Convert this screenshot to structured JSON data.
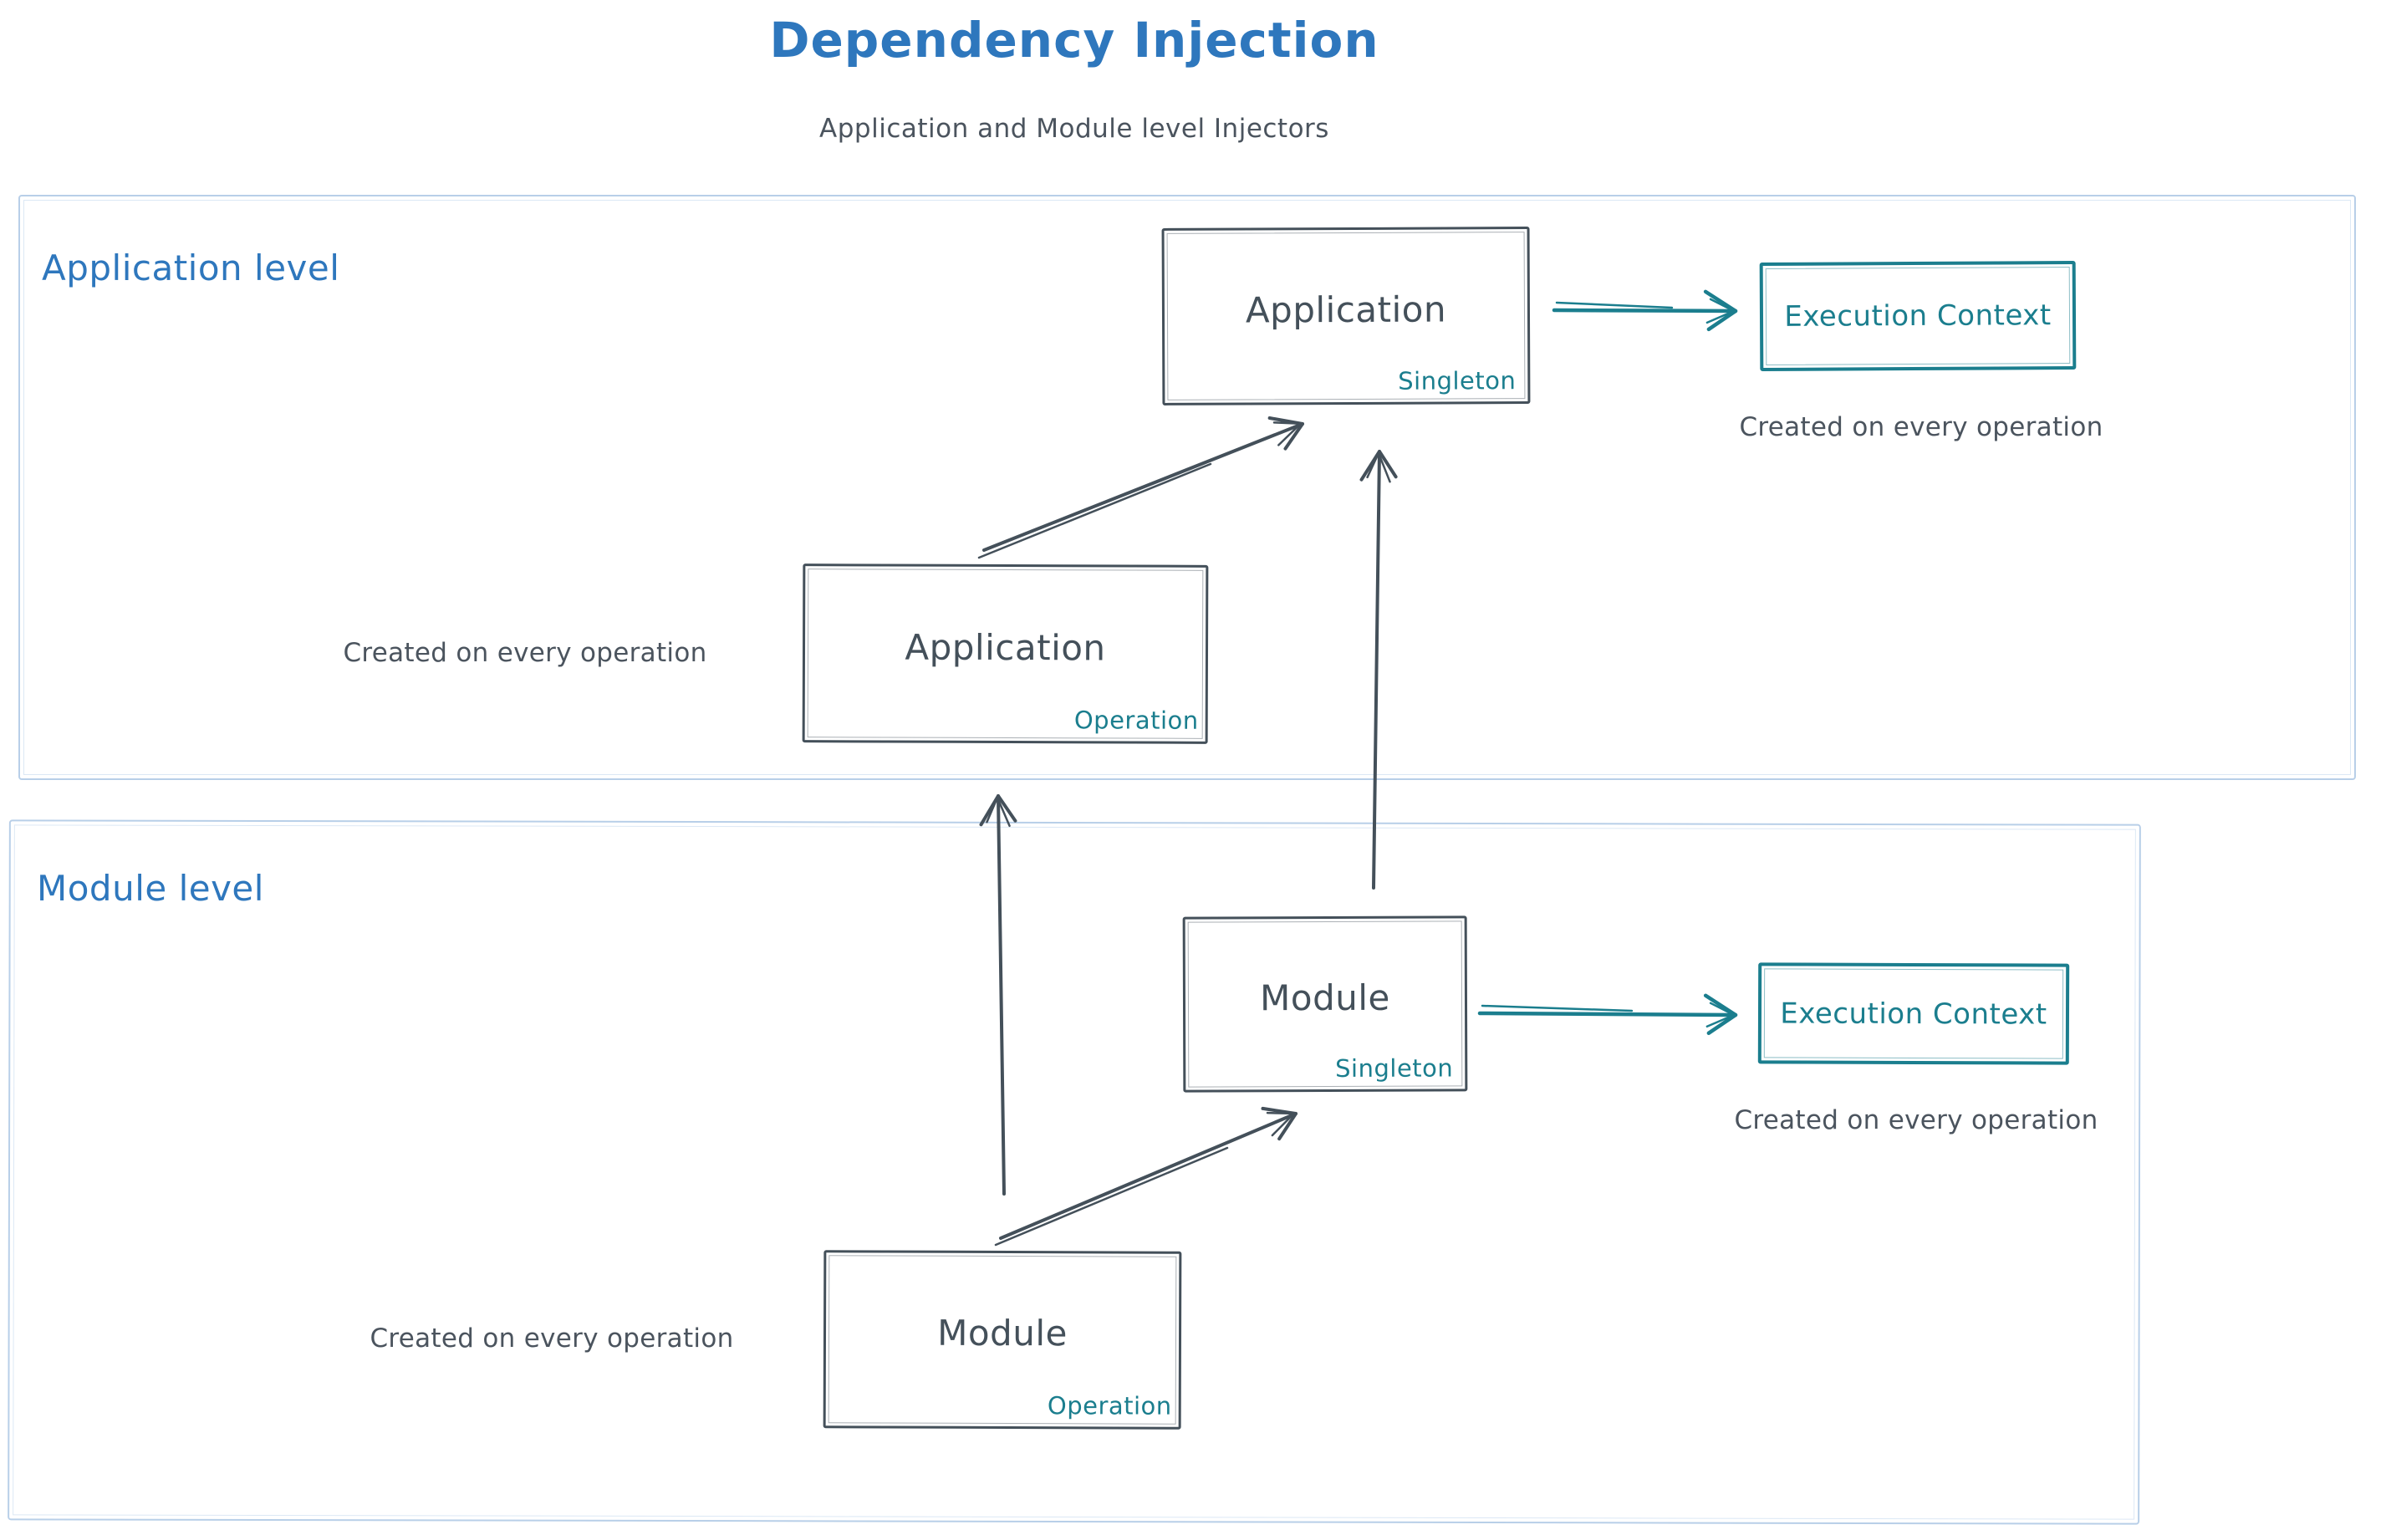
{
  "title": "Dependency Injection",
  "subtitle": "Application and Module level Injectors",
  "colors": {
    "accent_blue": "#2e77bd",
    "teal": "#1b7e8e",
    "dark": "#44505a",
    "container_border": "#b8cfe8",
    "caption_gray": "#4b545e"
  },
  "sections": {
    "application": {
      "label": "Application level",
      "nodes": {
        "singleton": {
          "title": "Application",
          "scope": "Singleton"
        },
        "operation": {
          "title": "Application",
          "scope": "Operation"
        },
        "execution_context": {
          "label": "Execution Context"
        }
      },
      "captions": {
        "execution_context": "Created on every operation",
        "operation": "Created on every operation"
      }
    },
    "module": {
      "label": "Module level",
      "nodes": {
        "singleton": {
          "title": "Module",
          "scope": "Singleton"
        },
        "operation": {
          "title": "Module",
          "scope": "Operation"
        },
        "execution_context": {
          "label": "Execution Context"
        }
      },
      "captions": {
        "execution_context": "Created on every operation",
        "operation": "Created on every operation"
      }
    }
  }
}
